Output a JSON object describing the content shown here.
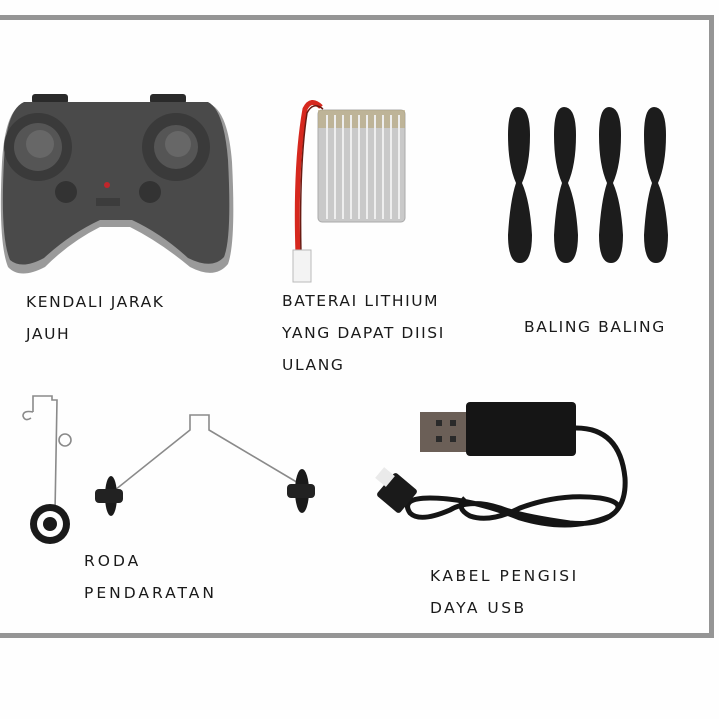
{
  "page": {
    "background": "#fefefe",
    "frame_border_color": "#959595"
  },
  "items": [
    {
      "id": "remote",
      "image": "remote-controller-icon",
      "label_lines": [
        "KENDALI JARAK",
        "JAUH"
      ]
    },
    {
      "id": "battery",
      "image": "lithium-battery-icon",
      "label_lines": [
        "BATERAI LITHIUM",
        "YANG DAPAT DIISI",
        "ULANG"
      ]
    },
    {
      "id": "propellers",
      "image": "propeller-icon",
      "count": 4,
      "label_lines": [
        "BALING BALING"
      ]
    },
    {
      "id": "landing-gear",
      "image": "landing-wheel-icon",
      "label_lines": [
        "RODA",
        "PENDARATAN"
      ]
    },
    {
      "id": "usb-cable",
      "image": "usb-cable-icon",
      "label_lines": [
        "KABEL PENGISI",
        "DAYA USB"
      ]
    }
  ],
  "colors": {
    "text": "#1a1a1a",
    "controller": "#4a4a4a",
    "controller_trim": "#9a9a9a",
    "battery_silver": "#c9c9c9",
    "wire_red": "#d6281e",
    "propeller": "#1c1c1c"
  }
}
